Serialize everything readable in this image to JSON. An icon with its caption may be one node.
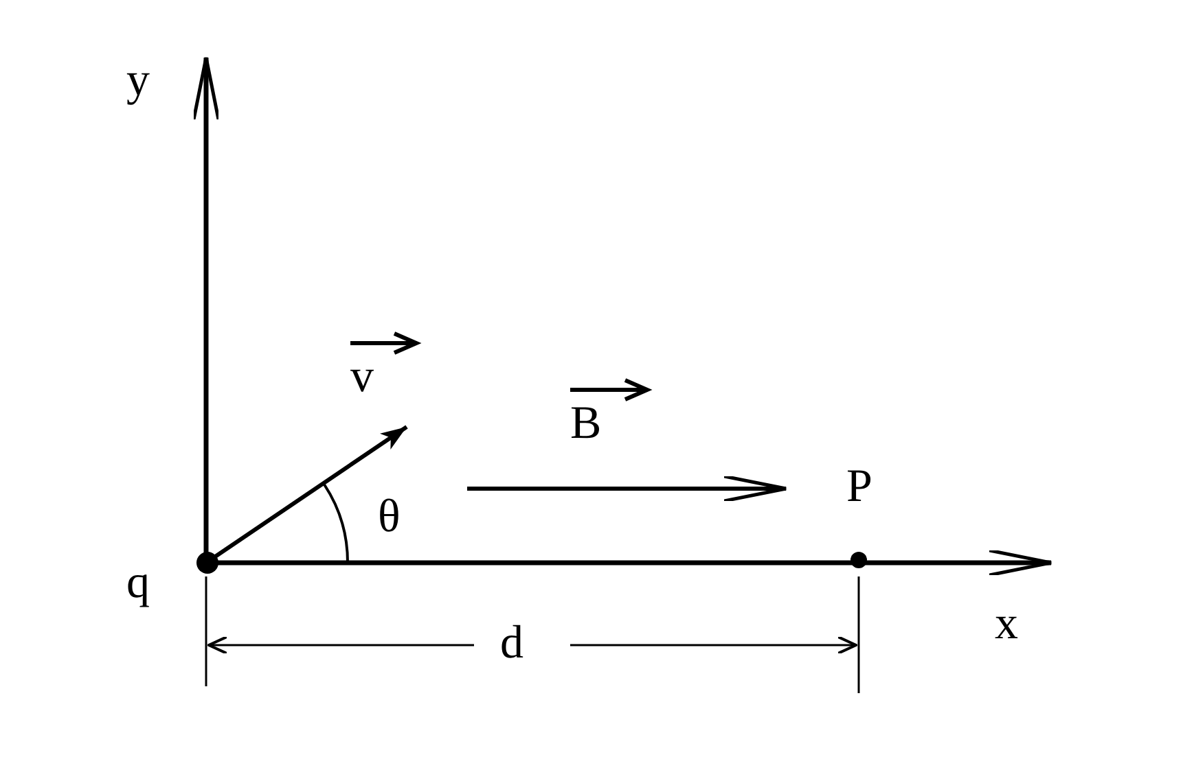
{
  "diagram": {
    "labels": [
      "y",
      "v",
      "B",
      "θ",
      "P",
      "q",
      "x",
      "d"
    ]
  }
}
